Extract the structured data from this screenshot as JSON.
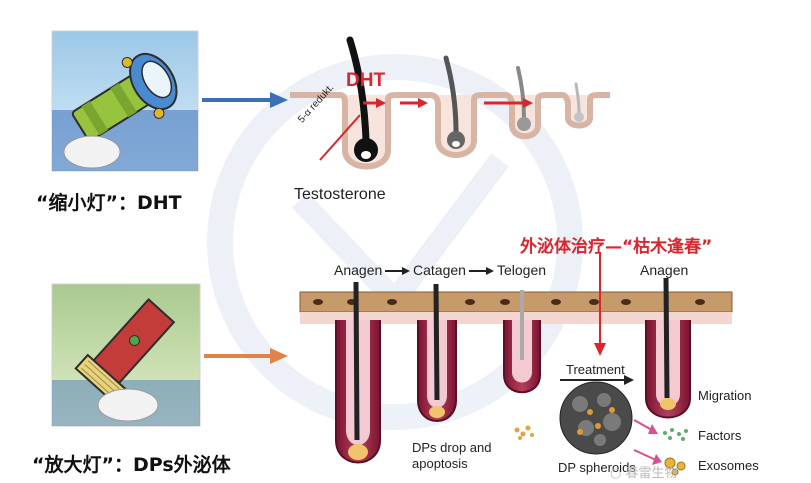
{
  "caption_top": "“缩小灯”：DHT",
  "caption_bottom": "“放大灯”：DPs外泌体",
  "top_diagram": {
    "dht_label": "DHT",
    "enzyme_label": "5-α redukt.",
    "testosterone_label": "Testosterone"
  },
  "bottom_diagram": {
    "therapy_title": "外泌体治疗—“枯木逢春”",
    "stage_anagen": "Anagen",
    "stage_catagen": "Catagen",
    "stage_telogen": "Telogen",
    "stage_anagen_2": "Anagen",
    "dps_drop_line1": "DPs drop and",
    "dps_drop_line2": "apoptosis",
    "treatment": "Treatment",
    "dp_spheroids": "DP spheroids",
    "migration": "Migration",
    "factors": "Factors",
    "exosomes": "Exosomes"
  },
  "watermark_text": "○ 春雷生物",
  "colors": {
    "arrow_blue": "#3b6fb6",
    "arrow_orange": "#e0834a",
    "accent_red": "#d8262c",
    "skin_pink": "#f3d6cf",
    "follicle_maroon": "#8b1a3a",
    "dermis_band": "#c79a6a"
  }
}
